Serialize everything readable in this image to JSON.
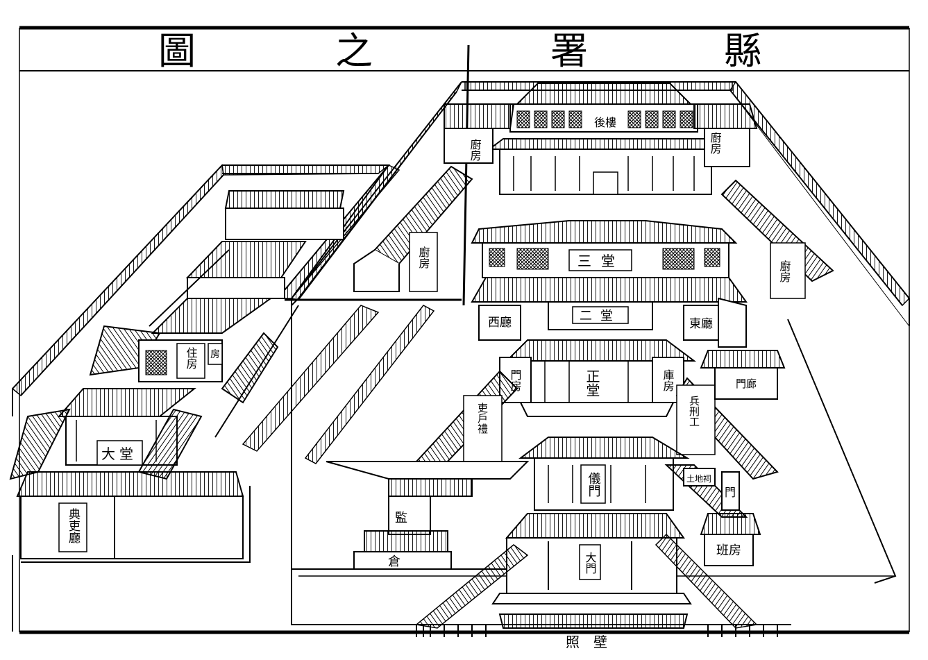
{
  "title": {
    "chars": [
      "縣",
      "署",
      "之",
      "圖"
    ]
  },
  "labels": {
    "back_hall": "後樓",
    "side_room_ul": "廚房",
    "side_room_ur": "廚房",
    "west_room_1": "廚房",
    "east_room_1": "廚房",
    "third_hall": "三堂",
    "second_hall": "二堂",
    "west_chamber": "西廳",
    "east_chamber": "東廳",
    "main_hall": "正堂",
    "west_gate_room": "門房",
    "east_gate_room": "庫房",
    "west_offices": "吏戶禮",
    "east_offices": "兵刑工",
    "east_gate_house": "門廊",
    "ceremonial_gate": "儀門",
    "east_shrine": "土地祠",
    "east_gate_side": "門",
    "prison_1": "監",
    "prison_2": "倉",
    "great_gate": "大門",
    "guard_room": "班房",
    "screen_wall": "照壁",
    "residence": "住房",
    "residence_side": "房",
    "left_hall": "大堂",
    "registrar_hall": "典吏廳"
  }
}
